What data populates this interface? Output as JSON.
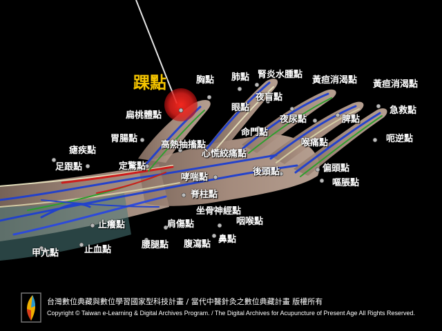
{
  "title": "踝點",
  "colors": {
    "title": "#f4c400",
    "highlight": "#e0201c",
    "background": "#000000"
  },
  "points": {
    "xiong": "胸點",
    "fei": "肺點",
    "shenyan": "腎炎水腫點",
    "huangda1": "黃疸消渴點",
    "huangda2": "黃疸消渴點",
    "yemang": "夜盲點",
    "yan": "眼點",
    "jijiu": "急救點",
    "biantaoti": "扁桃體點",
    "yeniao": "夜尿點",
    "pi": "脾點",
    "mingmen": "命門點",
    "weichang": "胃腸點",
    "enii": "呃逆點",
    "houtong": "喉痛點",
    "gaore": "高熱抽搐點",
    "nueji": "瘧疾點",
    "xinhuang": "心慌絞痛點",
    "zugen": "足跟點",
    "dingjing": "定驚點",
    "houtou": "後頭點",
    "piantou": "偏頭點",
    "xiaochuan": "哮喘點",
    "ouzhang": "嘔脹點",
    "jizhu": "脊柱點",
    "zuogu": "坐骨神經點",
    "yanhou": "咽喉點",
    "zhiyang": "止癢點",
    "jianshang": "肩傷點",
    "bi": "鼻點",
    "yaotui": "腰腿點",
    "fuxie": "腹瀉點",
    "zhixue": "止血點",
    "jiakang": "甲亢點"
  },
  "footer": {
    "cn": "台灣數位典藏與數位學習國家型科技計畫 / 當代中醫針灸之數位典藏計畫 版權所有",
    "en": "Copyright © Taiwan e-Learning & Digital Archives Program. / The Digital Archives for Acupuncture of Present Age All Rights Reserved."
  }
}
